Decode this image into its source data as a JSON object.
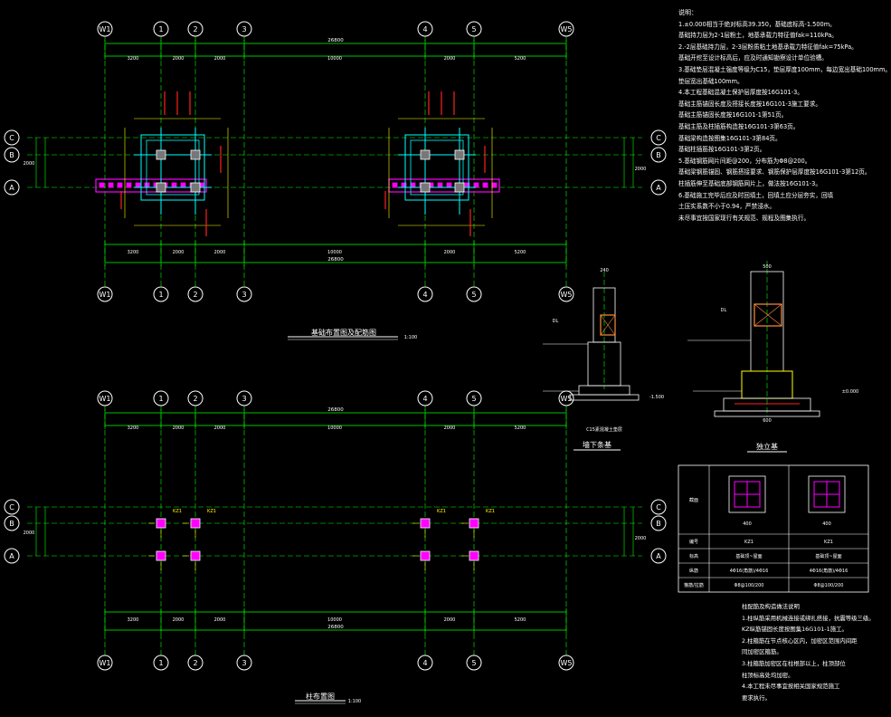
{
  "axes_top": {
    "labels": [
      "W1",
      "1",
      "2",
      "3",
      "4",
      "5",
      "W5"
    ],
    "rows": [
      "C",
      "B",
      "A"
    ]
  },
  "dims": {
    "total": "26800",
    "seg": [
      "3200",
      "2000",
      "2000",
      "10000",
      "2000",
      "5200"
    ],
    "mid": "10000",
    "row_dim": "2000"
  },
  "titles": {
    "plan1": "基础布置图及配筋图",
    "plan1_scale": "1:100",
    "plan2": "柱布置图",
    "plan2_scale": "1:100",
    "sec1": "墙下条基",
    "sec2": "独立基"
  },
  "column_labels": {
    "kz1": "KZ1",
    "kz2": "KZ1"
  },
  "table": {
    "rows": [
      {
        "label": "截面",
        "a": "",
        "b": ""
      },
      {
        "label": "编号",
        "a": "KZ1",
        "b": "KZ1"
      },
      {
        "label": "标高",
        "a": "基础顶~屋面",
        "b": "基础顶~屋面"
      },
      {
        "label": "纵筋",
        "a": "4Φ16(角筋)/4Φ16",
        "b": "4Φ16(角筋)/4Φ16"
      },
      {
        "label": "箍筋/拉筋",
        "a": "Φ8@100/200",
        "b": "Φ8@100/200"
      }
    ],
    "size_a": "400",
    "size_b": "400"
  },
  "notes": {
    "title": "说明：",
    "lines": [
      "1.±0.000相当于绝对标高39.350，基础底标高-1.500m。",
      "基础持力层为2-1层粉土，地基承载力特征值fak=110kPa。",
      "2.-2层基础持力层，2-3层粉质粘土地基承载力特征值fak=75kPa。",
      "基础开挖至设计标高后，应及时通知勘察设计单位验槽。",
      "3.基础垫层混凝土强度等级为C15，垫层厚度100mm，每边宽出基础100mm。",
      "垫层宽出基础100mm。",
      "4.本工程基础混凝土保护层厚度按16G101-3。",
      "基础主筋锚固长度及搭接长度按16G101-3施工要求。",
      "基础主筋锚固长度按16G101-1第51页。",
      "基础主筋及柱插筋构造按16G101-3第63页。",
      "基础梁构造按图集16G101-3第84页。",
      "基础柱插筋按16G101-3第2页。",
      "5.基础钢筋网片间距@200，分布筋为Φ8@200。",
      "基础梁钢筋锚固、钢筋搭接要求、钢筋保护层厚度按16G101-3第12页。",
      "柱插筋伸至基础底部钢筋网片上，做法按16G101-3。",
      "6.基础施工完毕后应及时回填土，回填土应分层夯实，回填",
      "土压实系数不小于0.94，严禁浸水。",
      "未尽事宜按国家现行有关规范、规程及图集执行。"
    ]
  },
  "notes2": {
    "title": "柱配筋及构造做法说明",
    "lines": [
      "1.柱纵筋采用机械连接或绑扎搭接，抗震等级三级。",
      "KZ纵筋锚固长度按图集16G101-1施工。",
      "2.柱箍筋在节点核心区内，加密区范围内间距",
      "同加密区箍筋。",
      "3.柱箍筋加密区在柱根部以上，柱顶部位",
      "柱顶标高处均加密。",
      "4.本工程未尽事宜按相关国家规范施工",
      "要求执行。"
    ]
  },
  "section_labels": {
    "dl": "DL",
    "dim_240": "240",
    "dim_600": "600",
    "dim_500": "500",
    "elev": "-1.500",
    "cushion": "C15素混凝土垫层",
    "elev2": "±0.000"
  }
}
